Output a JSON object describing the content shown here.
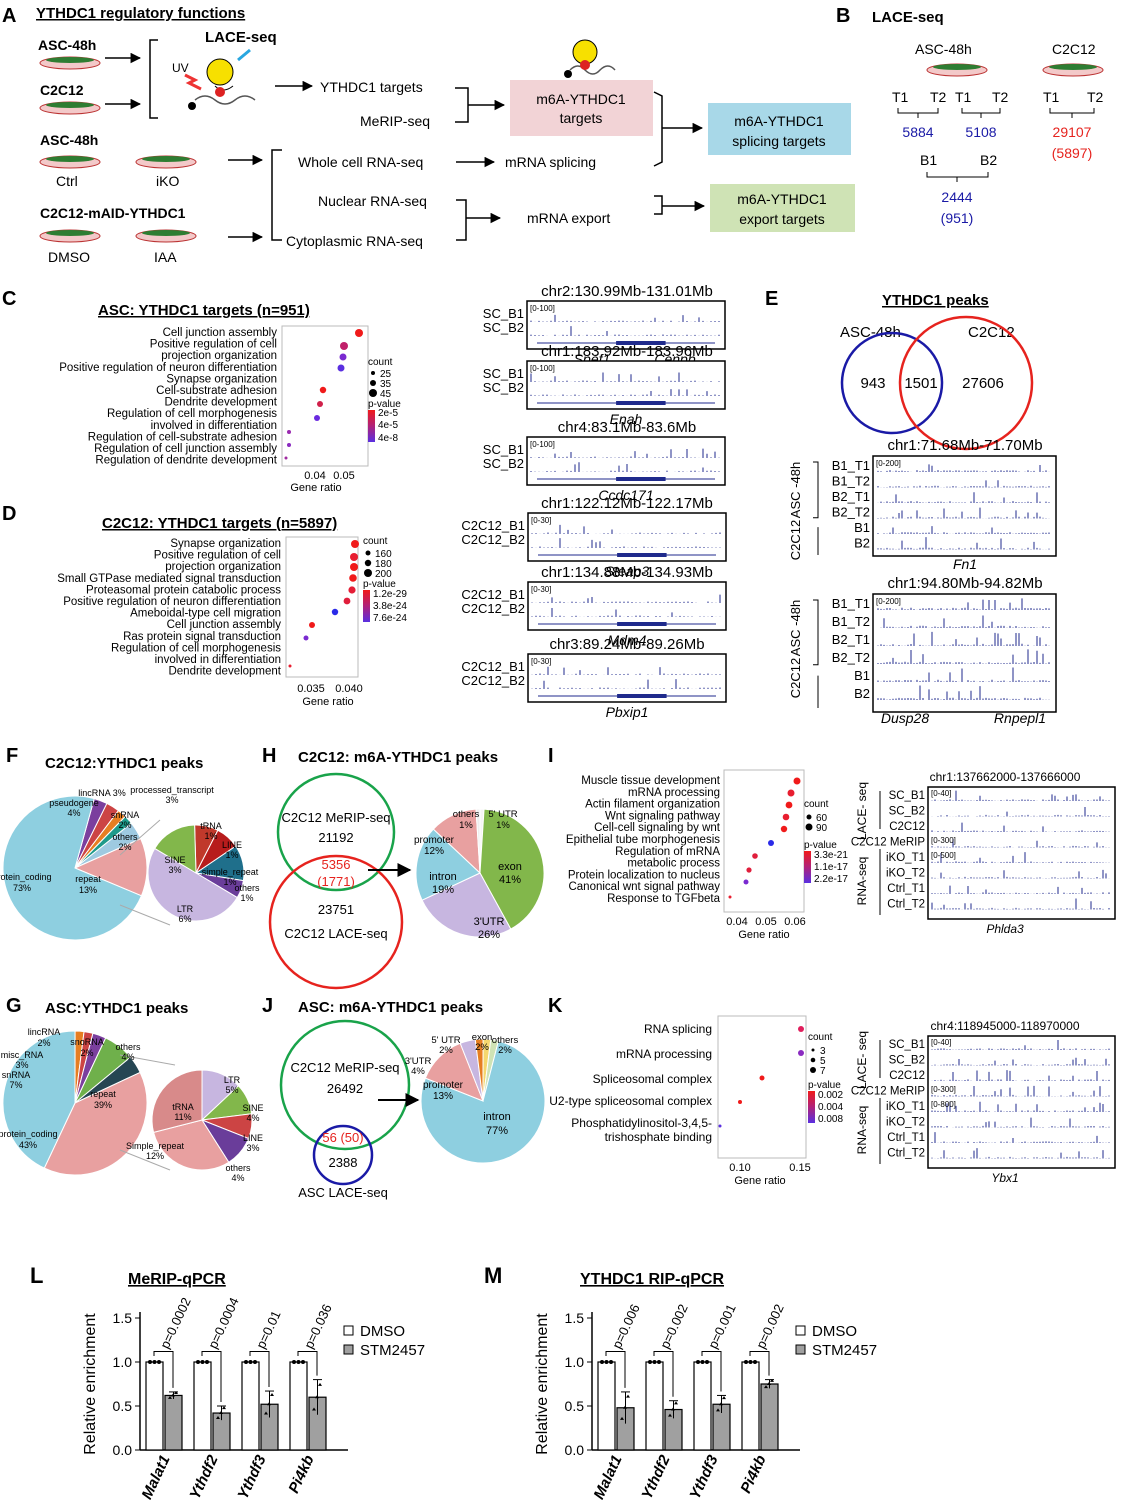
{
  "panelA": {
    "letter": "A",
    "title": "YTHDC1 regulatory functions",
    "asc48": "ASC-48h",
    "c2c12": "C2C12",
    "laceseq": "LACE-seq",
    "uv": "UV",
    "ythdc1_targets": "YTHDC1 targets",
    "merip": "MeRIP-seq",
    "m6a_targets_1": "m6A-YTHDC1",
    "m6a_targets_2": "targets",
    "splicing_1": "m6A-YTHDC1",
    "splicing_2": "splicing targets",
    "export_1": "m6A-YTHDC1",
    "export_2": "export targets",
    "asc48b": "ASC-48h",
    "ctrl": "Ctrl",
    "ikO": "iKO",
    "whole": "Whole cell RNA-seq",
    "mrna_splicing": "mRNA splicing",
    "maid": "C2C12-mAID-YTHDC1",
    "dmso": "DMSO",
    "iaa": "IAA",
    "nuclear": "Nuclear RNA-seq",
    "cyto": "Cytoplasmic RNA-seq",
    "mrna_export": "mRNA export"
  },
  "panelB": {
    "letter": "B",
    "title": "LACE-seq",
    "asc": "ASC-48h",
    "c2c12": "C2C12",
    "t1a": "T1",
    "t2a": "T2",
    "t1b": "T1",
    "t2b": "T2",
    "t1c": "T1",
    "t2c": "T2",
    "n1": "5884",
    "n2": "5108",
    "n3": "29107",
    "n3b": "(5897)",
    "b1": "B1",
    "b2": "B2",
    "n4": "2444",
    "n4b": "(951)"
  },
  "panelC": {
    "letter": "C",
    "title": "ASC: YTHDC1 targets (n=951)",
    "terms": [
      "Cell junction assembly",
      "Positive regulation of cell",
      "projection organization",
      "Positive regulation of neuron differentiation",
      "Synapse organization",
      "Cell-substrate adhesion",
      "Dendrite development",
      "Regulation of cell morphogenesis",
      "involved in differentiation",
      "Regulation of cell-substrate adhesion",
      "Regulation of cell junction assembly",
      "Regulation of dendrite development"
    ],
    "xticks": [
      "0.04",
      "0.05"
    ],
    "xlabel": "Gene ratio",
    "count_title": "count",
    "count_vals": [
      "25",
      "35",
      "45"
    ],
    "p_title": "p-value",
    "p_vals": [
      "2e-5",
      "4e-5",
      "4e-8"
    ]
  },
  "panelD": {
    "letter": "D",
    "title": "C2C12: YTHDC1 targets (n=5897)",
    "terms": [
      "Synapse organization",
      "Positive regulation of cell",
      "projection organization",
      "Small GTPase mediated signal transduction",
      "Proteasomal protein catabolic process",
      "Positive regulation of neuron differentiation",
      "Ameboidal-type cell migration",
      "Cell junction assembly",
      "Ras protein signal transduction",
      "Regulation of cell morphogenesis",
      "involved in differentiation",
      "Dendrite development"
    ],
    "xticks": [
      "0.035",
      "0.040"
    ],
    "xlabel": "Gene ratio",
    "count_title": "count",
    "count_vals": [
      "160",
      "180",
      "200"
    ],
    "p_title": "p-value",
    "p_vals": [
      "1.2e-29",
      "3.8e-24",
      "7.6e-24"
    ]
  },
  "tracksCD": [
    {
      "coord": "chr2:130.99Mb-131.01Mb",
      "rows": [
        "SC_B1",
        "SC_B2"
      ],
      "scale": "[0-100]",
      "genes": [
        "Spef1",
        "Cenpb"
      ]
    },
    {
      "coord": "chr1:183.92Mb-183.96Mb",
      "rows": [
        "SC_B1",
        "SC_B2"
      ],
      "scale": "[0-100]",
      "genes": [
        "Enah"
      ]
    },
    {
      "coord": "chr4:83.1Mb-83.6Mb",
      "rows": [
        "SC_B1",
        "SC_B2"
      ],
      "scale": "[0-100]",
      "genes": [
        "Ccdc171"
      ]
    },
    {
      "coord": "chr1:122.12Mb-122.17Mb",
      "rows": [
        "C2C12_B1",
        "C2C12_B2"
      ],
      "scale": "[0-30]",
      "genes": [
        "Steap3"
      ]
    },
    {
      "coord": "chr1:134.88Mb-134.93Mb",
      "rows": [
        "C2C12_B1",
        "C2C12_B2"
      ],
      "scale": "[0-30]",
      "genes": [
        "Mdm4"
      ]
    },
    {
      "coord": "chr3:89.24Mb-89.26Mb",
      "rows": [
        "C2C12_B1",
        "C2C12_B2"
      ],
      "scale": "[0-30]",
      "genes": [
        "Pbxip1"
      ]
    }
  ],
  "panelE": {
    "letter": "E",
    "title": "YTHDC1 peaks",
    "asc": "ASC-48h",
    "c2c12": "C2C12",
    "left": "943",
    "mid": "1501",
    "right": "27606",
    "t1_coord": "chr1:71.68Mb-71.70Mb",
    "t1_scale": "[0-200]",
    "t1_gene": "Fn1",
    "t2_coord": "chr1:94.80Mb-94.82Mb",
    "t2_scale": "[0-200]",
    "t2_genes": [
      "Dusp28",
      "Rnpepl1"
    ],
    "rows": [
      "B1_T1",
      "B1_T2",
      "B2_T1",
      "B2_T2",
      "B1",
      "B2"
    ],
    "grp1": "ASC -48h",
    "grp2": "C2C12"
  },
  "panelF": {
    "letter": "F",
    "title": "C2C12:YTHDC1 peaks",
    "big_labels": [
      "lincRNA 3%",
      "processed_transcript",
      "3%",
      "pseudogene",
      "4%",
      "snRNA",
      "2%",
      "others",
      "2%",
      "protein_coding",
      "73%",
      "repeat",
      "13%"
    ],
    "small_labels": [
      "tRNA",
      "1%",
      "LINE",
      "1%",
      "SINE",
      "3%",
      "simple_repeat",
      "1%",
      "others",
      "1%",
      "LTR",
      "6%"
    ]
  },
  "panelG": {
    "letter": "G",
    "title": "ASC:YTHDC1 peaks",
    "big_labels": [
      "lincRNA",
      "2%",
      "snoRNA",
      "2%",
      "misc_RNA",
      "3%",
      "snRNA",
      "7%",
      "others",
      "4%",
      "protein_coding",
      "43%",
      "repeat",
      "39%"
    ],
    "small_labels": [
      "LTR",
      "5%",
      "tRNA",
      "11%",
      "SINE",
      "4%",
      "Simple_repeat",
      "12%",
      "LINE",
      "3%",
      "others",
      "4%"
    ]
  },
  "panelH": {
    "letter": "H",
    "title": "C2C12: m6A-YTHDC1 peaks",
    "merip": "C2C12 MeRIP-seq",
    "merip_n": "21192",
    "overlap": "5356",
    "overlap_b": "(1771)",
    "lace_n": "23751",
    "lace": "C2C12  LACE-seq",
    "pie": [
      "others",
      "1%",
      "5' UTR",
      "1%",
      "promoter",
      "12%",
      "exon",
      "41%",
      "intron",
      "19%",
      "3'UTR",
      "26%"
    ]
  },
  "panelI": {
    "letter": "I",
    "terms": [
      "Muscle tissue development",
      "mRNA processing",
      "Actin filament organization",
      "Wnt signaling pathway",
      "Cell-cell signaling by wnt",
      "Epithelial tube morphogenesis",
      "Regulation of mRNA",
      "metabolic process",
      "Protein localization to nucleus",
      "Canonical wnt signal pathway",
      "Response to TGFbeta"
    ],
    "xticks": [
      "0.04",
      "0.05",
      "0.06"
    ],
    "xlabel": "Gene ratio",
    "count_title": "count",
    "count_vals": [
      "60",
      "90"
    ],
    "p_title": "p-value",
    "p_vals": [
      "3.3e-21",
      "1.1e-17",
      "2.2e-17"
    ],
    "coord": "chr1:137662000-137666000",
    "rows": [
      "SC_B1",
      "SC_B2",
      "C2C12",
      "C2C12 MeRIP",
      "iKO_T1",
      "iKO_T2",
      "Ctrl_T1",
      "Ctrl_T2"
    ],
    "scales": [
      "[0-40]",
      "[0-300]",
      "[0-500]"
    ],
    "grp1": "LACE- seq",
    "grp2": "RNA-seq",
    "gene": "Phlda3"
  },
  "panelJ": {
    "letter": "J",
    "title": "ASC: m6A-YTHDC1 peaks",
    "merip": "C2C12 MeRIP-seq",
    "merip_n": "26492",
    "overlap": "56 (50)",
    "lace_n": "2388",
    "lace": "ASC  LACE-seq",
    "pie": [
      "5' UTR",
      "2%",
      "exon",
      "2%",
      "others",
      "2%",
      "3'UTR",
      "4%",
      "promoter",
      "13%",
      "intron",
      "77%"
    ]
  },
  "panelK": {
    "letter": "K",
    "terms": [
      "RNA splicing",
      "mRNA processing",
      "Spliceosomal complex",
      "U2-type spliceosomal complex",
      "Phosphatidylinositol-3,4,5-",
      "trishosphate binding"
    ],
    "xticks": [
      "0.10",
      "0.15"
    ],
    "xlabel": "Gene ratio",
    "count_title": "count",
    "count_vals": [
      "3",
      "5",
      "7"
    ],
    "p_title": "p-value",
    "p_vals": [
      "0.002",
      "0.004",
      "0.008"
    ],
    "coord": "chr4:118945000-118970000",
    "rows": [
      "SC_B1",
      "SC_B2",
      "C2C12",
      "C2C12 MeRIP",
      "iKO_T1",
      "iKO_T2",
      "Ctrl_T1",
      "Ctrl_T2"
    ],
    "scales": [
      "[0-40]",
      "[0-300]",
      "[0-800]"
    ],
    "grp1": "LACE- seq",
    "grp2": "RNA-seq",
    "gene": "Ybx1"
  },
  "chart_data": [
    {
      "type": "bar",
      "title": "MeRIP-qPCR",
      "ylabel": "Relative enrichment",
      "ylim": [
        0,
        1.5
      ],
      "yticks": [
        "0.0",
        "0.5",
        "1.0",
        "1.5"
      ],
      "categories": [
        "Malat1",
        "Ythdf2",
        "Ythdf3",
        "Pi4kb"
      ],
      "series": [
        {
          "name": "DMSO",
          "values": [
            1.0,
            1.0,
            1.0,
            1.0
          ],
          "err": [
            0.01,
            0.01,
            0.01,
            0.01
          ]
        },
        {
          "name": "STM2457",
          "values": [
            0.62,
            0.42,
            0.52,
            0.6
          ],
          "err": [
            0.04,
            0.08,
            0.15,
            0.2
          ]
        }
      ],
      "pvalues": [
        "p=0.0002",
        "p=0.0004",
        "p=0.01",
        "p=0.036"
      ],
      "legend": "right"
    },
    {
      "type": "bar",
      "title": "YTHDC1 RIP-qPCR",
      "ylabel": "Relative enrichment",
      "ylim": [
        0,
        1.5
      ],
      "yticks": [
        "0.0",
        "0.5",
        "1.0",
        "1.5"
      ],
      "categories": [
        "Malat1",
        "Ythdf2",
        "Ythdf3",
        "Pi4kb"
      ],
      "series": [
        {
          "name": "DMSO",
          "values": [
            1.0,
            1.0,
            1.0,
            1.0
          ],
          "err": [
            0.01,
            0.01,
            0.01,
            0.01
          ]
        },
        {
          "name": "STM2457",
          "values": [
            0.48,
            0.46,
            0.52,
            0.75
          ],
          "err": [
            0.18,
            0.1,
            0.1,
            0.05
          ]
        }
      ],
      "pvalues": [
        "p=0.006",
        "p=0.002",
        "p=0.001",
        "p=0.002"
      ],
      "legend": "right"
    }
  ],
  "panelL_letter": "L",
  "panelM_letter": "M",
  "colors": {
    "blue": "#1a1aa6",
    "red": "#e6231e",
    "green": "#19a34a",
    "pink_box": "#f2d3d6",
    "blue_box": "#a8d8e8",
    "green_box": "#cfe3b5",
    "track": "#1f2a8c"
  }
}
